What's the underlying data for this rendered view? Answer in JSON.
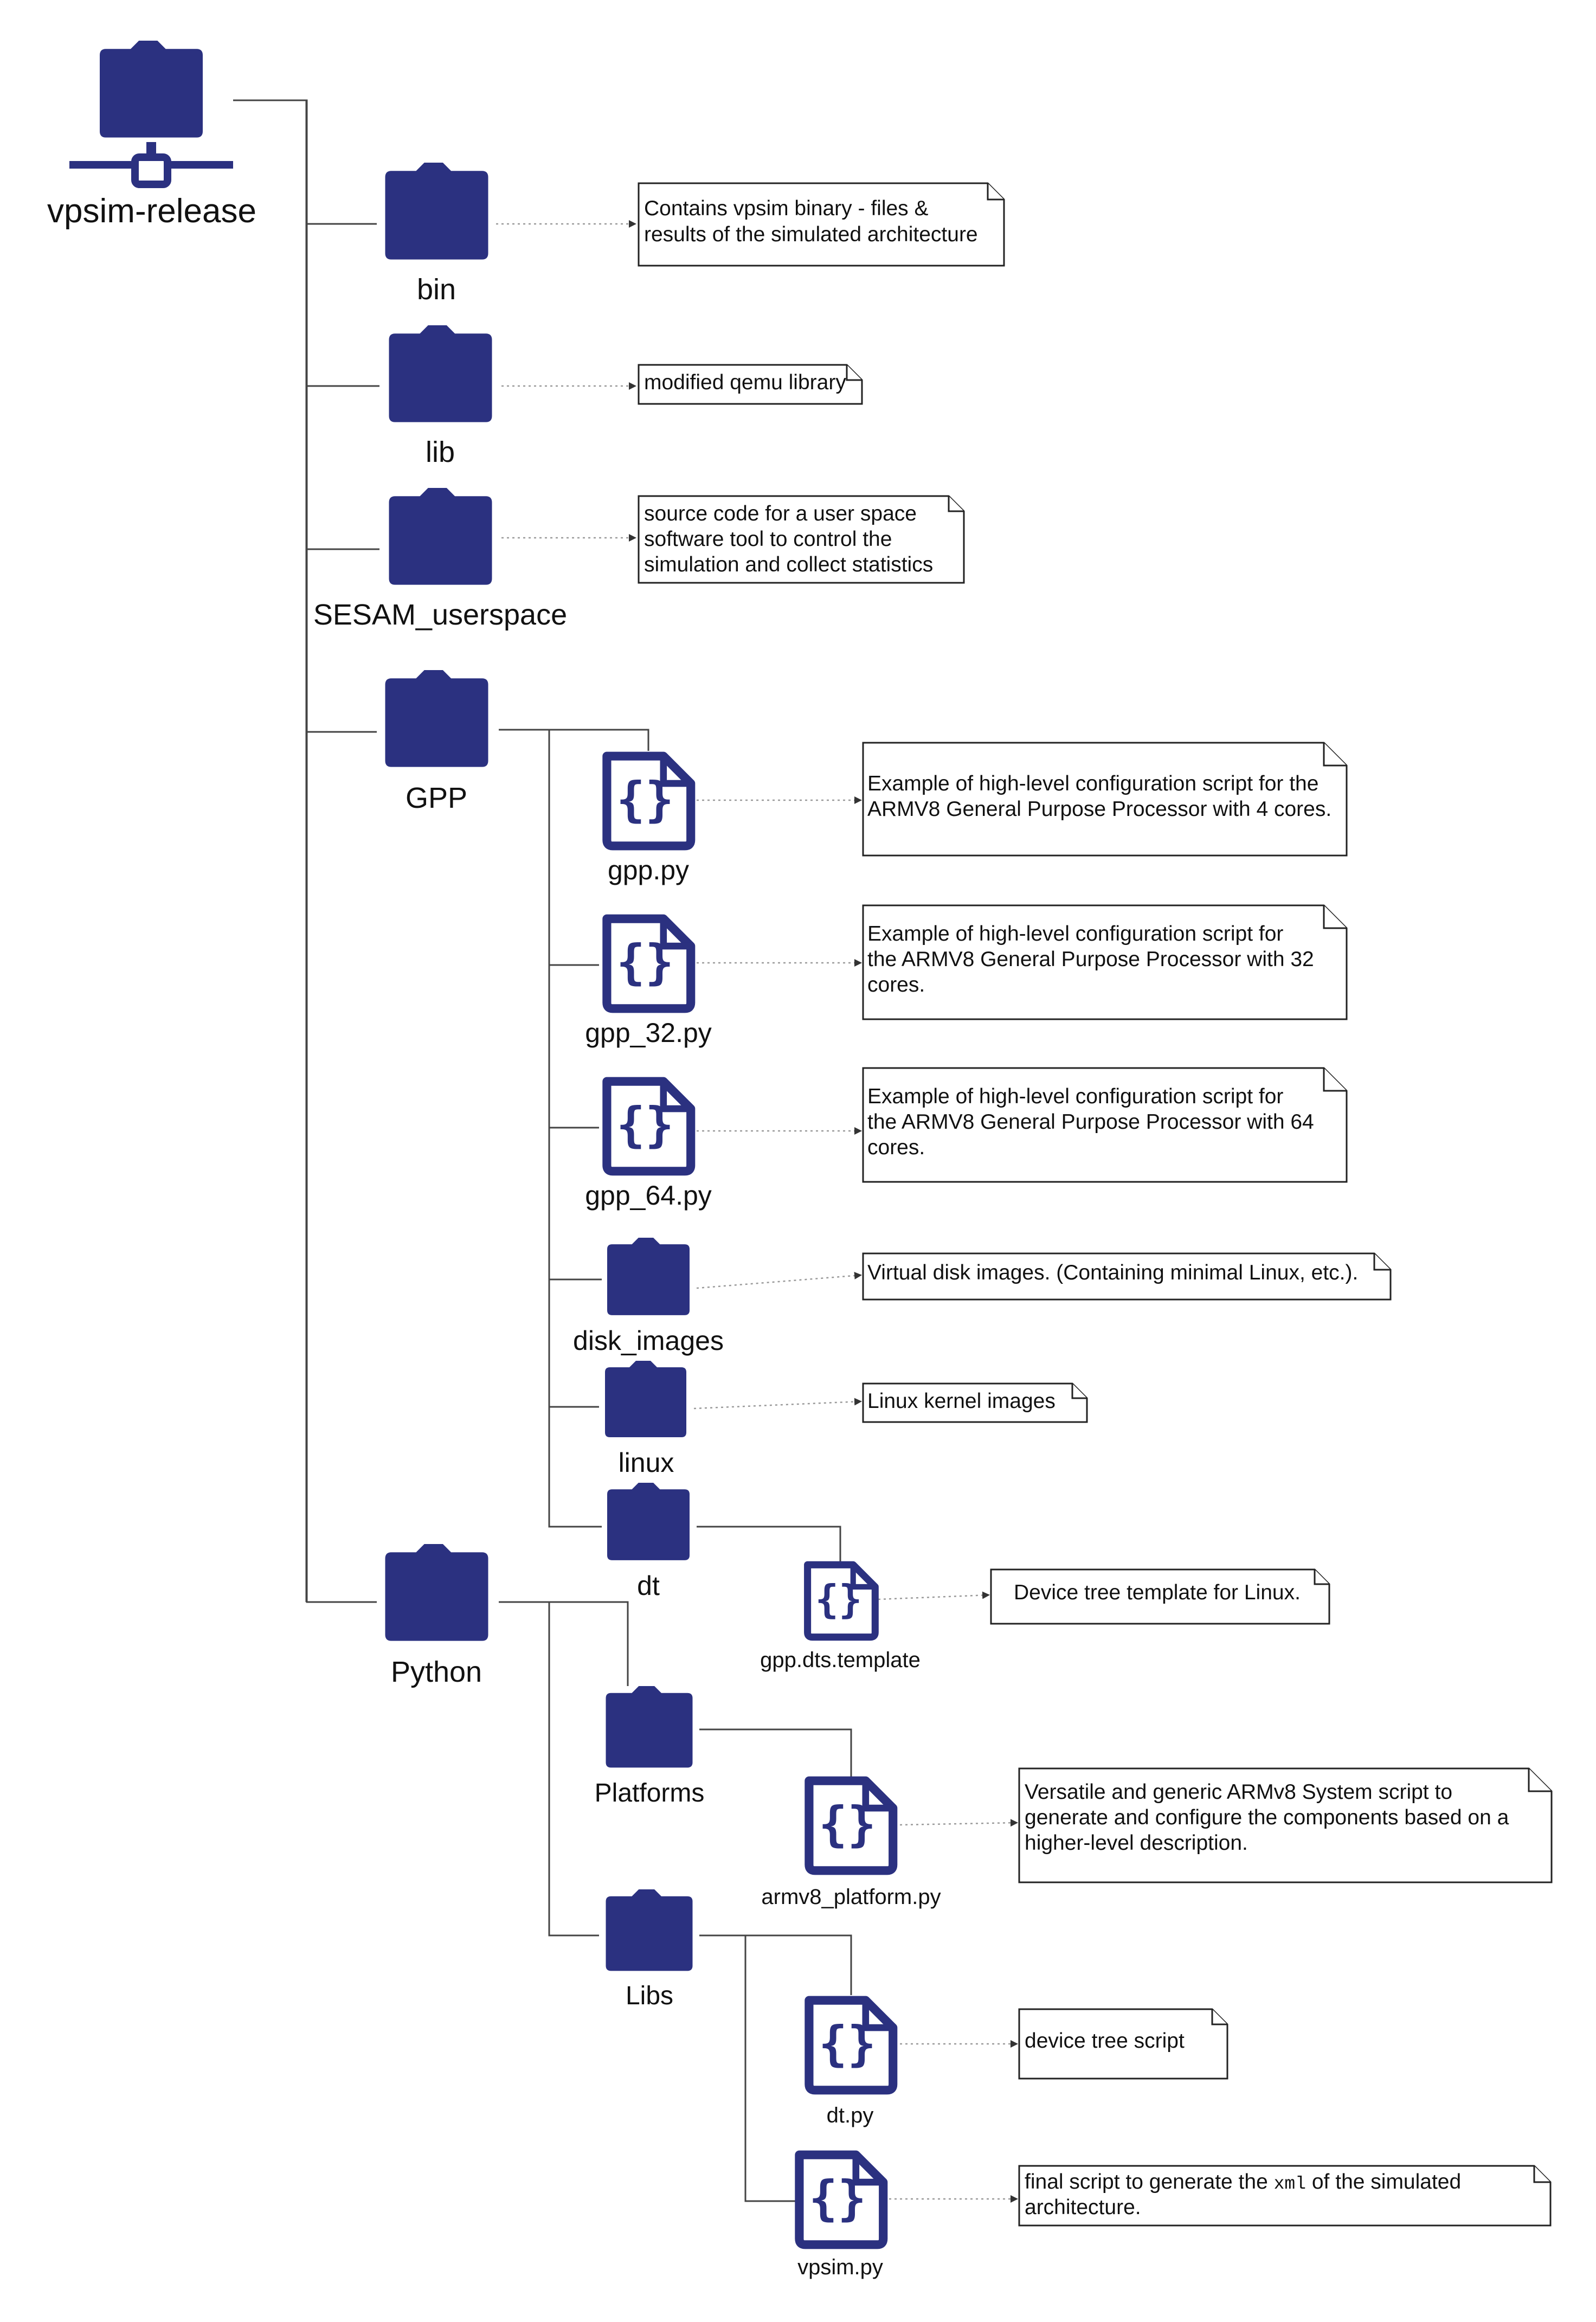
{
  "colors": {
    "icon": "#2b3180",
    "line": "#444444",
    "text": "#111111"
  },
  "root": {
    "name": "vpsim-release",
    "icon": "network-folder-icon"
  },
  "nodes": {
    "bin": {
      "name": "bin",
      "icon": "folder-icon",
      "note": [
        "Contains vpsim binary - files &",
        "results of the simulated architecture"
      ]
    },
    "lib": {
      "name": "lib",
      "icon": "folder-icon",
      "note": [
        "modified qemu library"
      ]
    },
    "sesam": {
      "name": "SESAM_userspace",
      "icon": "folder-icon",
      "note": [
        "source code for a user space",
        "software tool to control the",
        "simulation and collect statistics"
      ]
    },
    "gpp": {
      "name": "GPP",
      "icon": "folder-icon"
    },
    "gpp_py": {
      "name": "gpp.py",
      "icon": "code-file-icon",
      "note": [
        "Example of high-level configuration script for the",
        "ARMV8 General Purpose Processor with 4 cores."
      ]
    },
    "gpp_32": {
      "name": "gpp_32.py",
      "icon": "code-file-icon",
      "note": [
        "Example of high-level configuration script for",
        "the ARMV8 General Purpose Processor with 32",
        "cores."
      ]
    },
    "gpp_64": {
      "name": "gpp_64.py",
      "icon": "code-file-icon",
      "note": [
        "Example of high-level configuration script for",
        "the ARMV8 General Purpose Processor with 64",
        "cores."
      ]
    },
    "disk_images": {
      "name": "disk_images",
      "icon": "folder-icon",
      "note": [
        "Virtual disk images. (Containing minimal Linux, etc.)."
      ]
    },
    "linux": {
      "name": "linux",
      "icon": "folder-icon",
      "note": [
        "Linux kernel images"
      ]
    },
    "dt": {
      "name": "dt",
      "icon": "folder-icon"
    },
    "gpp_dts": {
      "name": "gpp.dts.template",
      "icon": "code-file-icon",
      "note": [
        "Device tree template for Linux."
      ]
    },
    "python": {
      "name": "Python",
      "icon": "folder-icon"
    },
    "platforms": {
      "name": "Platforms",
      "icon": "folder-icon"
    },
    "armv8": {
      "name": "armv8_platform.py",
      "icon": "code-file-icon",
      "note": [
        "Versatile and generic ARMv8 System script to",
        "generate and configure the components based on a",
        "higher-level description."
      ]
    },
    "libs": {
      "name": "Libs",
      "icon": "folder-icon"
    },
    "dt_py": {
      "name": "dt.py",
      "icon": "code-file-icon",
      "note": [
        "device tree script"
      ]
    },
    "vpsim_py": {
      "name": "vpsim.py",
      "icon": "code-file-icon",
      "note_prefix": "final script to generate the ",
      "note_code": "xml",
      "note_suffix": " of the simulated",
      "note_line2": "architecture."
    }
  },
  "code_glyph": "{}"
}
